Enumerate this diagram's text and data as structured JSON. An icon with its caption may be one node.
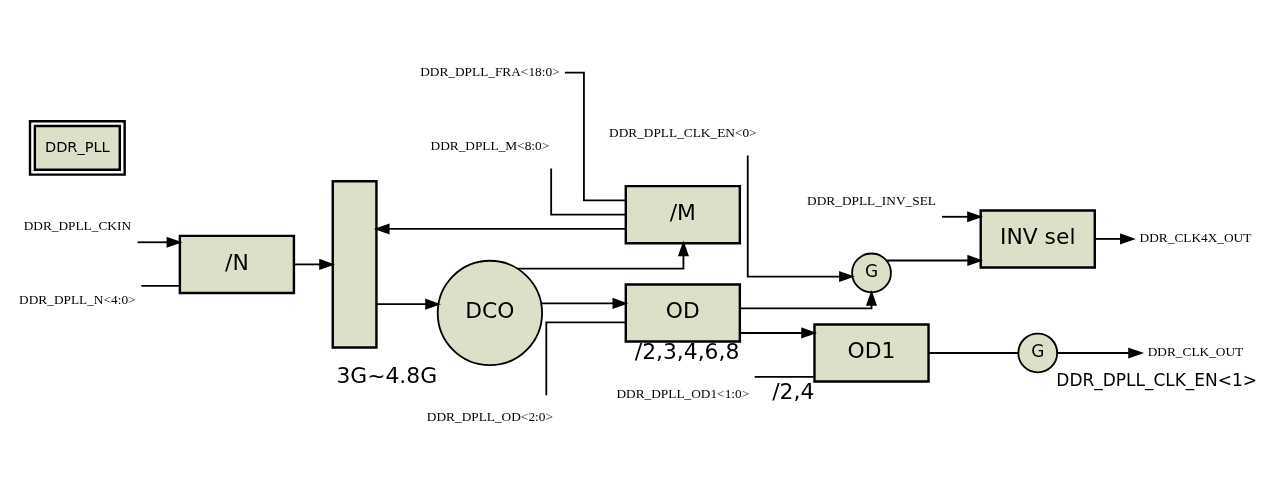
{
  "diagram": {
    "nodes": [
      {
        "text": [
          "DDR_DPLL_CKIN"
        ]
      },
      {
        "text": [
          "/N"
        ]
      },
      {
        "text": [
          "DDR_DPLL_N<4:0>"
        ]
      },
      {
        "text": [],
        "shape": "box"
      },
      {
        "text": [
          "DCO"
        ],
        "beside": [
          "3G~4.8G"
        ]
      },
      {
        "text": [
          "OD"
        ],
        "beside": [
          "/2,3,4,6,8"
        ]
      },
      {
        "text": [
          "DDR_DPLL_OD<2:0>"
        ]
      },
      {
        "text": [
          "DDR_DPLL_CLK_EN<0>"
        ]
      },
      {
        "text": [
          "G"
        ]
      },
      {
        "text": [
          "DDR_DPLL_INV_SEL"
        ]
      },
      {
        "text": [
          "INV sel"
        ]
      },
      {
        "text": [
          "DDR_CLK4X_OUT"
        ]
      },
      {
        "text": [
          "OD1"
        ],
        "beside": [
          "/2,4"
        ]
      },
      {
        "text": [
          "DDR_DPLL_OD1<1:0>"
        ]
      },
      {
        "text": [
          "G"
        ],
        "beside": [
          "DDR_DPLL_CLK_EN<1>"
        ]
      },
      {
        "text": [
          "DDR_CLK_OUT"
        ]
      },
      {
        "text": [
          "/M"
        ]
      },
      {
        "text": [
          "DDR_DPLL_FRA<18:0>"
        ]
      },
      {
        "text": [
          "DDR_DPLL_M<8:0>"
        ]
      },
      {
        "text": [
          "DDR_PLL"
        ]
      }
    ],
    "edges": [
      {
        "from": 0,
        "to": 1,
        "arrow": "to"
      },
      {
        "from": 2,
        "to": 1,
        "arrow": "none"
      },
      {
        "from": 1,
        "to": 3,
        "arrow": "to"
      },
      {
        "from": 16,
        "to": 3,
        "arrow": "to"
      },
      {
        "from": 3,
        "to": 4,
        "arrow": "to"
      },
      {
        "from": 4,
        "to": 16,
        "arrow": "to"
      },
      {
        "from": 4,
        "to": 5,
        "arrow": "to"
      },
      {
        "from": 6,
        "to": 5,
        "arrow": "none"
      },
      {
        "from": 5,
        "to": 8,
        "arrow": "to"
      },
      {
        "from": 5,
        "to": 12,
        "arrow": "to"
      },
      {
        "from": 7,
        "to": 8,
        "arrow": "to"
      },
      {
        "from": 8,
        "to": 10,
        "arrow": "to"
      },
      {
        "from": 9,
        "to": 10,
        "arrow": "to"
      },
      {
        "from": 10,
        "to": 11,
        "arrow": "to"
      },
      {
        "from": 13,
        "to": 12,
        "arrow": "none"
      },
      {
        "from": 12,
        "to": 14,
        "arrow": "none"
      },
      {
        "from": 14,
        "to": 15,
        "arrow": "to"
      },
      {
        "from": 17,
        "to": 16,
        "arrow": "none"
      },
      {
        "from": 18,
        "to": 16,
        "arrow": "none"
      }
    ]
  }
}
